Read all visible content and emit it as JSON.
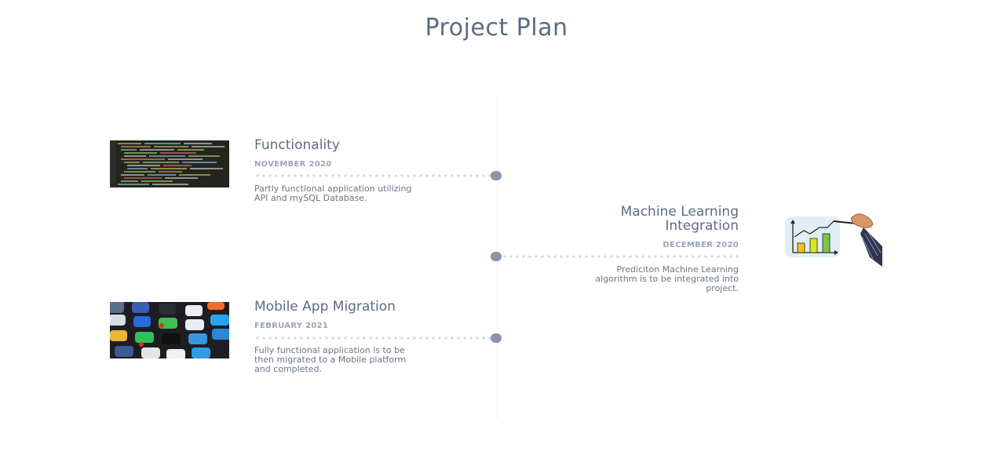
{
  "page": {
    "title": "Project Plan"
  },
  "timeline": [
    {
      "title": "Functionality",
      "date": "NOVEMBER 2020",
      "description": [
        "Partly functional application utilizing",
        "API and mySQL Database."
      ],
      "image": "code-editor-screenshot-image"
    },
    {
      "title": [
        "Machine Learning",
        "Integration"
      ],
      "date": "DECEMBER 2020",
      "description": [
        "Prediciton Machine Learning",
        "algorithm is to be integrated into",
        "project."
      ],
      "image": "hand-drawing-chart-image"
    },
    {
      "title": "Mobile App Migration",
      "date": "FEBRUARY 2021",
      "description": [
        "Fully functional application is to be",
        "then migrated to a Mobile platform",
        "and completed."
      ],
      "image": "smartphone-app-icons-image"
    }
  ],
  "colors": {
    "title": "#5d6b82",
    "date": "#9aa5b8",
    "text": "#6b7486",
    "node": "#8895ab",
    "dots": "#d3d9e2",
    "line": "#eceff3"
  }
}
